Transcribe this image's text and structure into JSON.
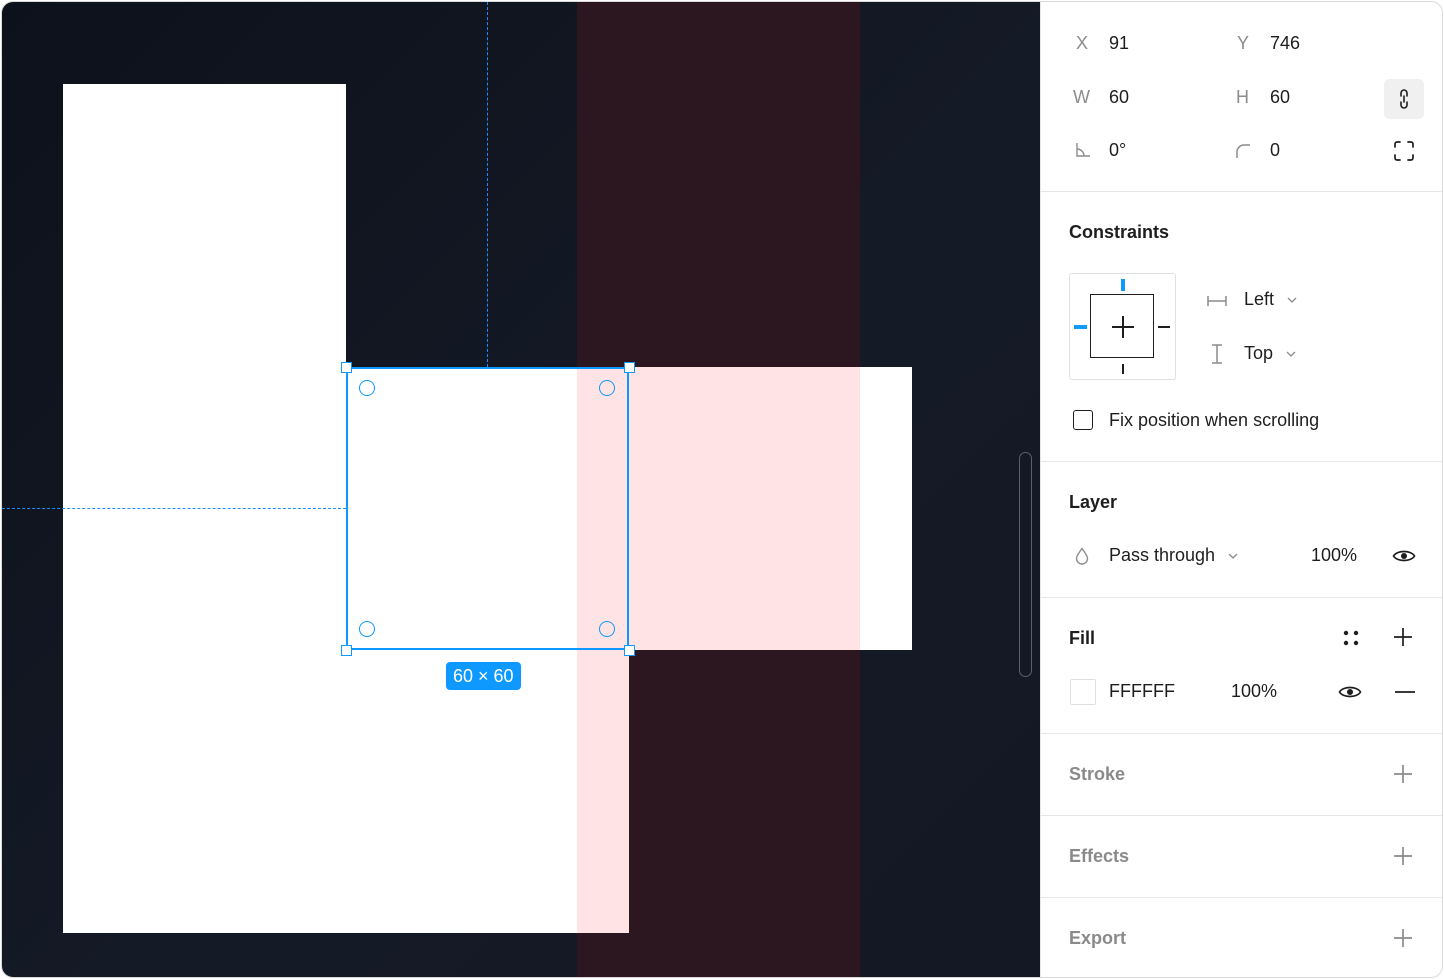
{
  "canvas": {
    "dimension_badge": "60 × 60"
  },
  "properties": {
    "x_label": "X",
    "x_value": "91",
    "y_label": "Y",
    "y_value": "746",
    "w_label": "W",
    "w_value": "60",
    "h_label": "H",
    "h_value": "60",
    "rotation_value": "0°",
    "corner_radius_value": "0",
    "constrain_icon": "link-icon",
    "independent_corners_icon": "corners-icon"
  },
  "constraints": {
    "title": "Constraints",
    "horizontal": "Left",
    "vertical": "Top",
    "fix_position_label": "Fix position when scrolling",
    "fix_position_checked": false
  },
  "layer": {
    "title": "Layer",
    "blend_mode": "Pass through",
    "opacity": "100%"
  },
  "fill": {
    "title": "Fill",
    "color_hex": "FFFFFF",
    "swatch_color": "#FFFFFF",
    "opacity": "100%"
  },
  "stroke": {
    "title": "Stroke"
  },
  "effects": {
    "title": "Effects"
  },
  "export": {
    "title": "Export"
  },
  "colors": {
    "accent": "#0D99FF",
    "canvas_bg": "#0E1320",
    "layout_grid": "#2C161F",
    "grid_tint": "#FFE3E5"
  }
}
